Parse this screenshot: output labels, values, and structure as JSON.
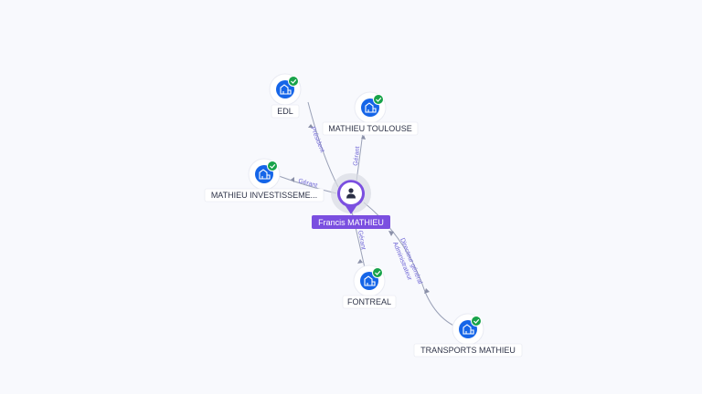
{
  "graph": {
    "center": {
      "name": "Francis MATHIEU",
      "icon": "person-icon",
      "color": "#7b4fe0"
    },
    "companies": [
      {
        "id": "edl",
        "name": "EDL",
        "verified": true,
        "role": "Président"
      },
      {
        "id": "mathieu-toulouse",
        "name": "MATHIEU TOULOUSE",
        "verified": true,
        "role": "Gérant"
      },
      {
        "id": "mathieu-investissement",
        "name": "MATHIEU INVESTISSEME...",
        "verified": true,
        "role": "Gérant"
      },
      {
        "id": "fontreal",
        "name": "FONTREAL",
        "verified": true,
        "role": "Gérant"
      },
      {
        "id": "transports-mathieu",
        "name": "TRANSPORTS MATHIEU",
        "verified": true,
        "role": "Directeur général",
        "role2": "Administrateur"
      }
    ],
    "colors": {
      "company_icon": "#1565e8",
      "verified_badge": "#18a34a",
      "edge": "#9aa1b7",
      "edge_label": "#6f66d6"
    },
    "icons": {
      "company": "building-icon",
      "verified": "check-badge-icon"
    }
  }
}
